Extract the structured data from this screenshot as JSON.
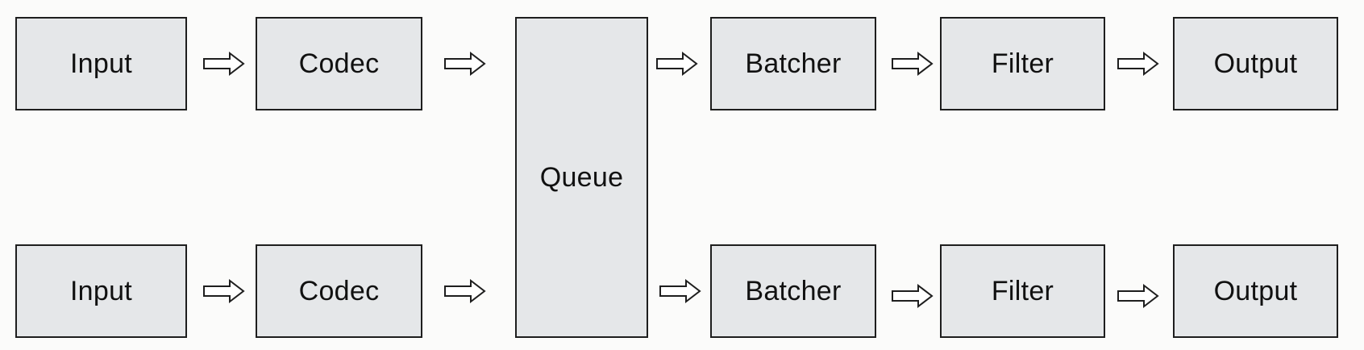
{
  "diagram": {
    "top_row": {
      "input": "Input",
      "codec": "Codec",
      "batcher": "Batcher",
      "filter": "Filter",
      "output": "Output"
    },
    "bottom_row": {
      "input": "Input",
      "codec": "Codec",
      "batcher": "Batcher",
      "filter": "Filter",
      "output": "Output"
    },
    "queue": "Queue"
  },
  "colors": {
    "box_fill": "#e5e7e9",
    "box_border": "#1e1e1e",
    "arrow_stroke": "#1e1e1e",
    "background": "#fbfbfa"
  },
  "icons": {
    "arrow": "hollow-right-arrow-icon"
  }
}
